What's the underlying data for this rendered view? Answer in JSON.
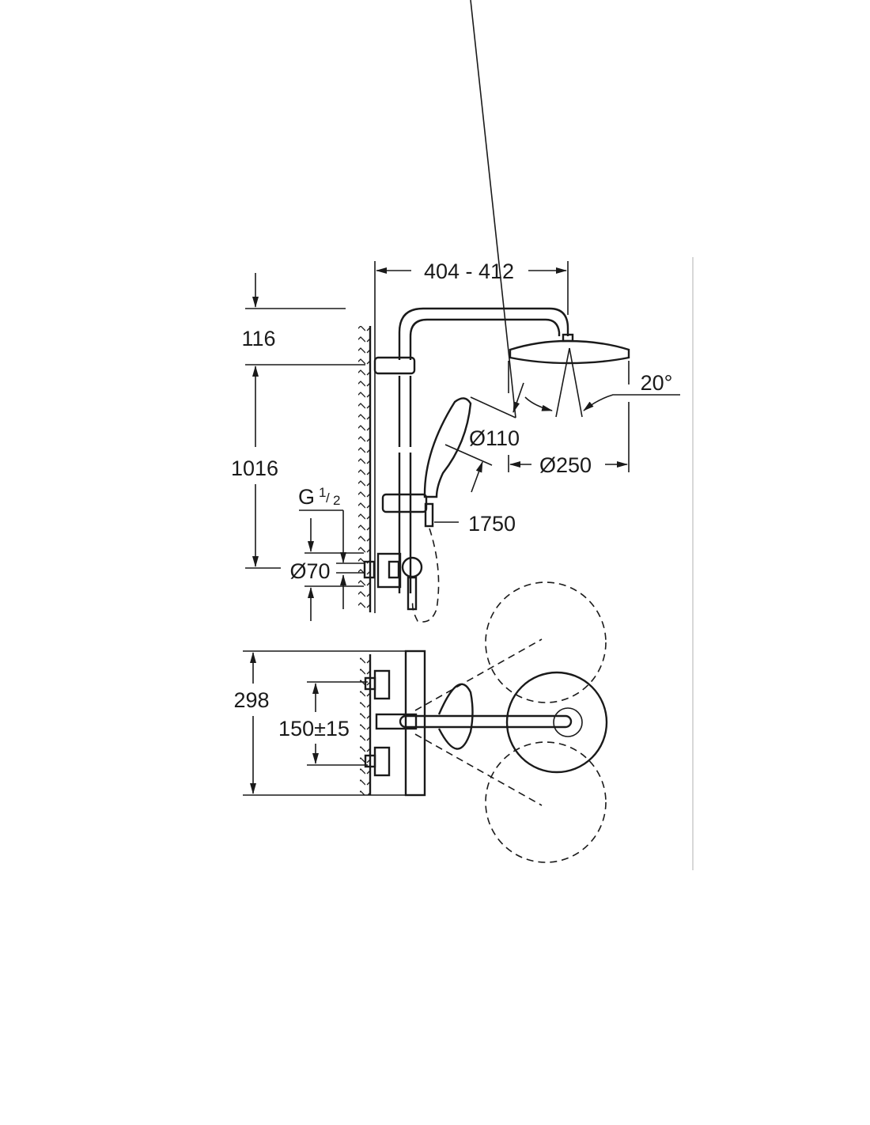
{
  "title": "Shower system dimension drawing",
  "dimensions": {
    "width_arm": "404 - 412",
    "top_offset": "116",
    "height_rail": "1016",
    "spray_angle": "20°",
    "hand_shower_diameter": "Ø110",
    "head_shower_diameter": "Ø250",
    "hose_length": "1750",
    "thread_main": "G",
    "thread_num": "1",
    "thread_den": "2",
    "rosette_diameter": "Ø70",
    "depth": "298",
    "inlet_spacing": "150±15"
  },
  "colors": {
    "line": "#1a1a1a",
    "divider": "#cccccc"
  }
}
